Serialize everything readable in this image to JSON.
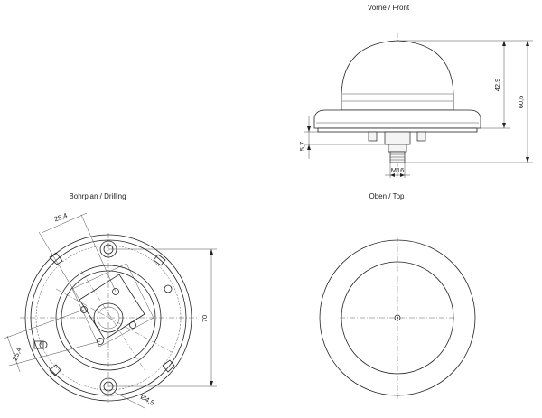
{
  "views": {
    "front": {
      "title": "Vorne / Front"
    },
    "drilling": {
      "title": "Bohrplan / Drilling"
    },
    "top": {
      "title": "Oben / Top"
    }
  },
  "dimensions": {
    "dome_height": "42,9",
    "total_height": "60,6",
    "base_height": "5,7",
    "thread": "M16",
    "hole_spacing_top": "25,4",
    "hole_spacing_left": "25,4",
    "diameter_70": "70",
    "hole_diameter": "Ø4,5"
  }
}
